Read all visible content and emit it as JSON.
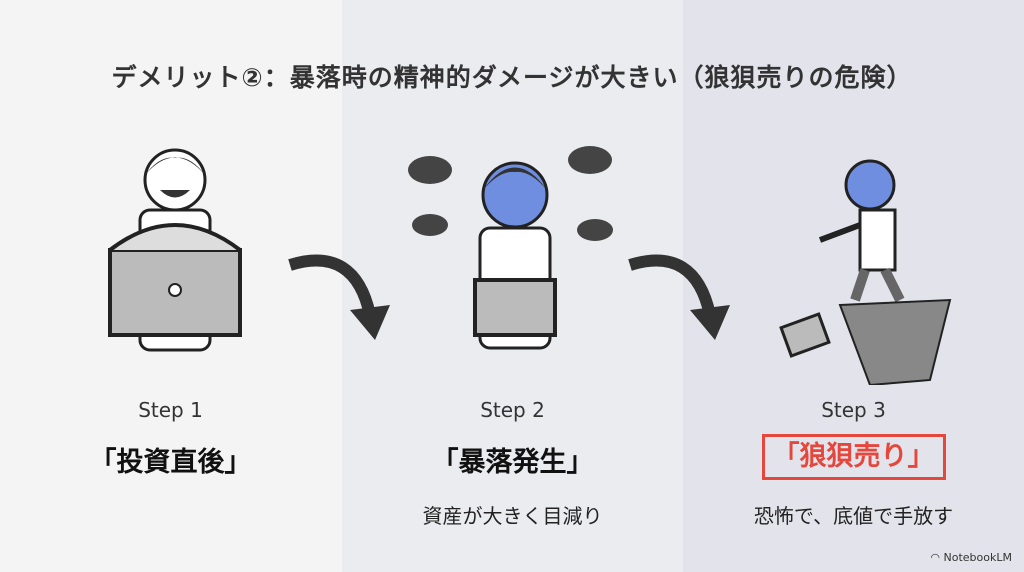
{
  "title": "デメリット②：暴落時の精神的ダメージが大きい（狼狽売りの危険）",
  "steps": [
    {
      "label": "Step 1",
      "heading": "「投資直後」",
      "description": ""
    },
    {
      "label": "Step 2",
      "heading": "「暴落発生」",
      "description": "資産が大きく目減り"
    },
    {
      "label": "Step 3",
      "heading": "「狼狽売り」",
      "description": "恐怖で、底値で手放す"
    }
  ],
  "branding": "NotebookLM",
  "colors": {
    "accent": "#e5473c",
    "worried_face": "#5b7fd6"
  }
}
